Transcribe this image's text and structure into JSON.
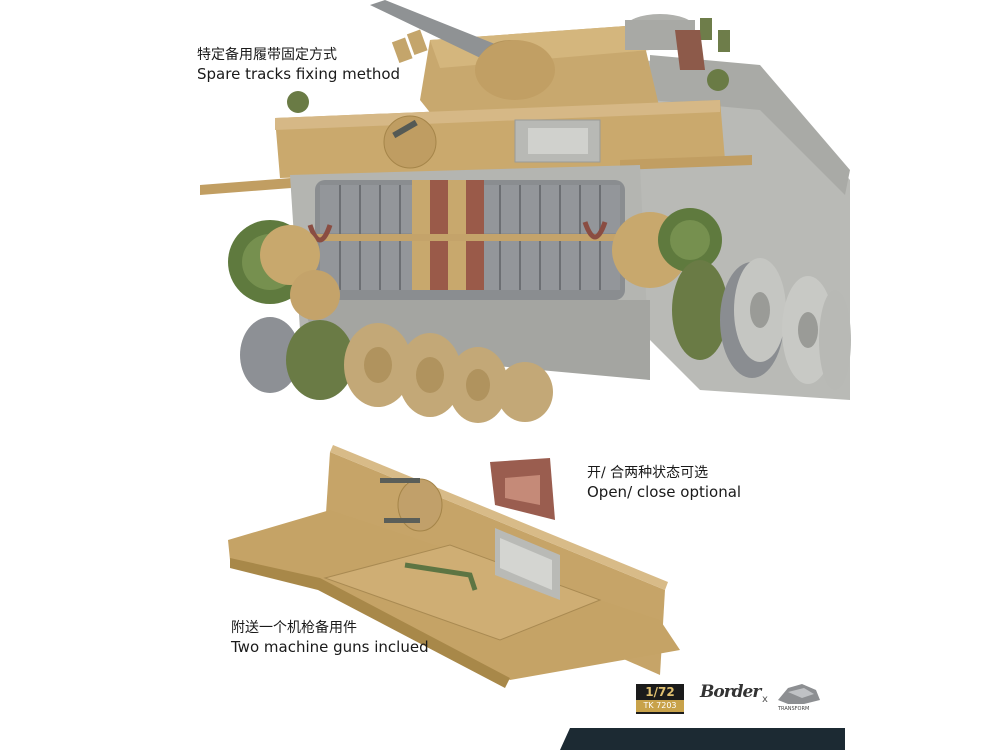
{
  "captions": {
    "spare_tracks": {
      "zh": "特定备用履带固定方式",
      "en": "Spare tracks fixing method"
    },
    "open_close": {
      "zh": "开/ 合两种状态可选",
      "en": "Open/ close optional"
    },
    "machine_guns": {
      "zh": "附送一个机枪备用件",
      "en": "Two machine guns inclued"
    }
  },
  "logos": {
    "scale": "1/72",
    "kit_code": "TK 7203",
    "brand": "Border",
    "separator": "x",
    "partner": "TRANSFORM"
  },
  "colors": {
    "sand": "#c9a86a",
    "sand_dark": "#a8874c",
    "grey_hull": "#b7b7b3",
    "track_grey": "#8c8f92",
    "track_red": "#9b5a4a",
    "wheel_green": "#6a7b45",
    "wheel_tan": "#c3a877",
    "background": "#ffffff"
  }
}
